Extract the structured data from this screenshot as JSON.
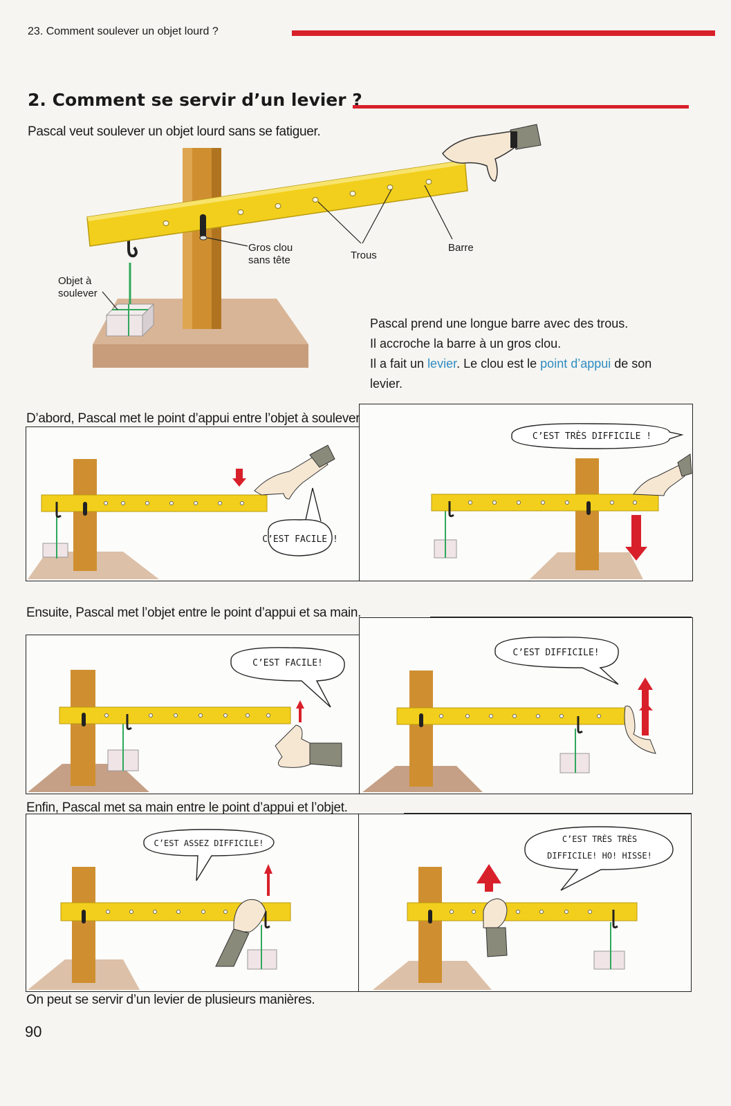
{
  "header": {
    "chapter": "23. Comment soulever un objet lourd ?"
  },
  "section": {
    "title": "2. Comment se servir d’un levier ?"
  },
  "intro": {
    "text": "Pascal veut soulever un objet lourd sans se fatiguer."
  },
  "figure": {
    "labels": {
      "object_line1": "Objet à",
      "object_line2": "soulever",
      "nail_line1": "Gros clou",
      "nail_line2": "sans tête",
      "holes": "Trous",
      "bar": "Barre"
    }
  },
  "explanation": {
    "line1": "Pascal prend une longue barre avec des trous.",
    "line2": "Il accroche la barre à un gros clou.",
    "line3_a": "Il a fait un ",
    "line3_levier": "levier",
    "line3_b": ". Le clou est le ",
    "line3_appui": "point d’appui",
    "line3_c": " de son",
    "line4": "levier."
  },
  "row1": {
    "caption": "D’abord, Pascal met le point d’appui entre l’objet à soulever et sa main.",
    "left_bubble": "C’EST FACILE !",
    "right_bubble": "C’EST TRÈS DIFFICILE !"
  },
  "row2": {
    "caption": "Ensuite, Pascal met l’objet entre le point d’appui et sa main.",
    "left_bubble": "C’EST FACILE!",
    "right_bubble": "C’EST DIFFICILE!"
  },
  "row3": {
    "caption": "Enfin, Pascal met sa main entre le point d’appui et l’objet.",
    "left_bubble": "C’EST ASSEZ DIFFICILE!",
    "right_bubble_line1": "C’EST TRÈS TRÈS",
    "right_bubble_line2": "DIFFICILE! HO! HISSE!"
  },
  "conclusion": {
    "text": "On peut se servir d’un levier de plusieurs manières."
  },
  "footer": {
    "page_number": "90"
  },
  "colors": {
    "accent_red": "#d8202a",
    "bar_yellow": "#f2cf1c",
    "post_wood": "#c98a2c",
    "term_blue": "#2e8cc2"
  }
}
